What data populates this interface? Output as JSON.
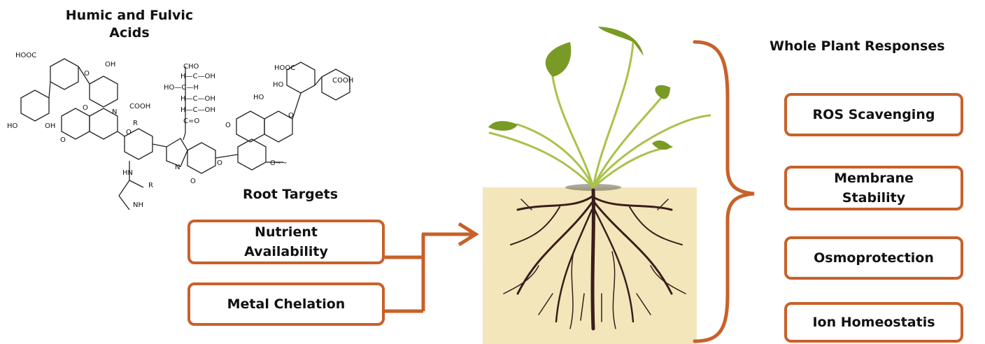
{
  "chemical_title": "Humic and Fulvic\nAcids",
  "root_targets": {
    "heading": "Root Targets",
    "items": [
      "Nutrient\nAvailability",
      "Metal Chelation"
    ]
  },
  "whole_plant": {
    "heading": "Whole Plant Responses",
    "items": [
      "ROS Scavenging",
      "Membrane\nStability",
      "Osmoprotection",
      "Ion Homeostatis"
    ]
  },
  "chem_labels": {
    "hooc1": "HOOC",
    "oh1": "OH",
    "ho1": "HO",
    "oh2": "OH",
    "cooh1": "COOH",
    "r1": "R",
    "n1": "N",
    "o1": "O",
    "o2": "O",
    "o3": "O",
    "o4": "O",
    "hn": "HN",
    "r2": "R",
    "nh": "NH",
    "n2": "N",
    "o5": "O",
    "o6": "O",
    "cho": "CHO",
    "hcoh1": "H—C—OH",
    "hocoh": "HO—C—H",
    "hcoh2": "H—C—OH",
    "hcoh3": "H—C—OH",
    "co": "C=O",
    "hooc2": "HOOC",
    "cooh2": "COOH",
    "ho2": "HO",
    "ho3": "HO",
    "o7": "O",
    "o8": "O",
    "o9": "O~~"
  },
  "colors": {
    "accent": "#c8612a",
    "soil": "#f3e6bb",
    "root": "#3a1e1a",
    "leaf": "#7a9a26",
    "stem": "#a9c24a"
  }
}
